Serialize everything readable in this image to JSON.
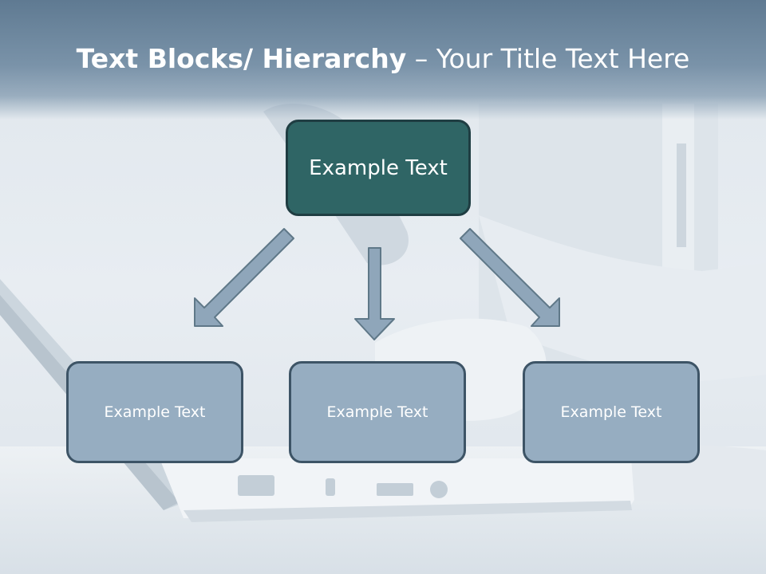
{
  "slide": {
    "title_bold": "Text Blocks/ Hierarchy",
    "title_rest": " – Your Title Text Here"
  },
  "diagram": {
    "top_node": {
      "label": "Example Text"
    },
    "children": [
      {
        "label": "Example Text"
      },
      {
        "label": "Example Text"
      },
      {
        "label": "Example Text"
      }
    ]
  },
  "colors": {
    "title_band": "#6d879e",
    "top_node_fill": "#2f6565",
    "top_node_border": "#1f3d42",
    "child_fill": "#96adc1",
    "child_border": "#3d5466",
    "arrow_fill": "#8fa6ba",
    "arrow_stroke": "#5f7888"
  }
}
